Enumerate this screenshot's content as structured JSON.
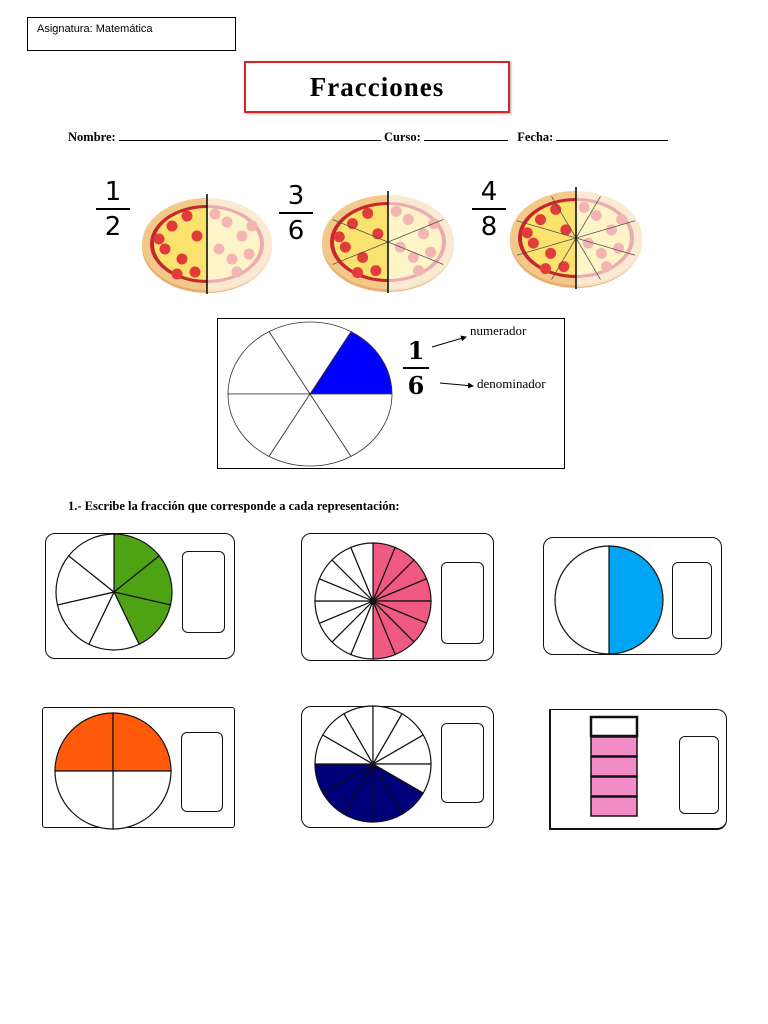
{
  "header": {
    "subject": "Asignatura: Matemática",
    "title": "Fracciones"
  },
  "form": {
    "name_label": "Nombre:",
    "course_label": "Curso:",
    "date_label": "Fecha:"
  },
  "pizza_fractions": [
    {
      "numerator": "1",
      "denominator": "2"
    },
    {
      "numerator": "3",
      "denominator": "6"
    },
    {
      "numerator": "4",
      "denominator": "8"
    }
  ],
  "diagram": {
    "numerator": "1",
    "denominator": "6",
    "numerator_label": "numerador",
    "denominator_label": "denominador",
    "fill_color": "#0000ff"
  },
  "exercise": {
    "instruction": "1.- Escribe la fracción que corresponde a cada representación:",
    "items": [
      {
        "shape": "circle",
        "parts": 7,
        "shaded": 3,
        "color": "#4ea314"
      },
      {
        "shape": "circle",
        "parts": 16,
        "shaded": 8,
        "color": "#f05a80"
      },
      {
        "shape": "circle",
        "parts": 2,
        "shaded": 1,
        "color": "#00a6f5"
      },
      {
        "shape": "circle",
        "parts": 4,
        "shaded": 2,
        "color": "#ff5a0a"
      },
      {
        "shape": "circle",
        "parts": 12,
        "shaded": 5,
        "color": "#00007a"
      },
      {
        "shape": "bar",
        "parts": 5,
        "shaded": 4,
        "color": "#f28cc6"
      }
    ]
  },
  "colors": {
    "title_border": "#d9232a",
    "pizza_crust": "#f3c98a",
    "pizza_sauce": "#c8262b",
    "pizza_cheese": "#f9e26d",
    "pepperoni": "#e23b3b"
  }
}
